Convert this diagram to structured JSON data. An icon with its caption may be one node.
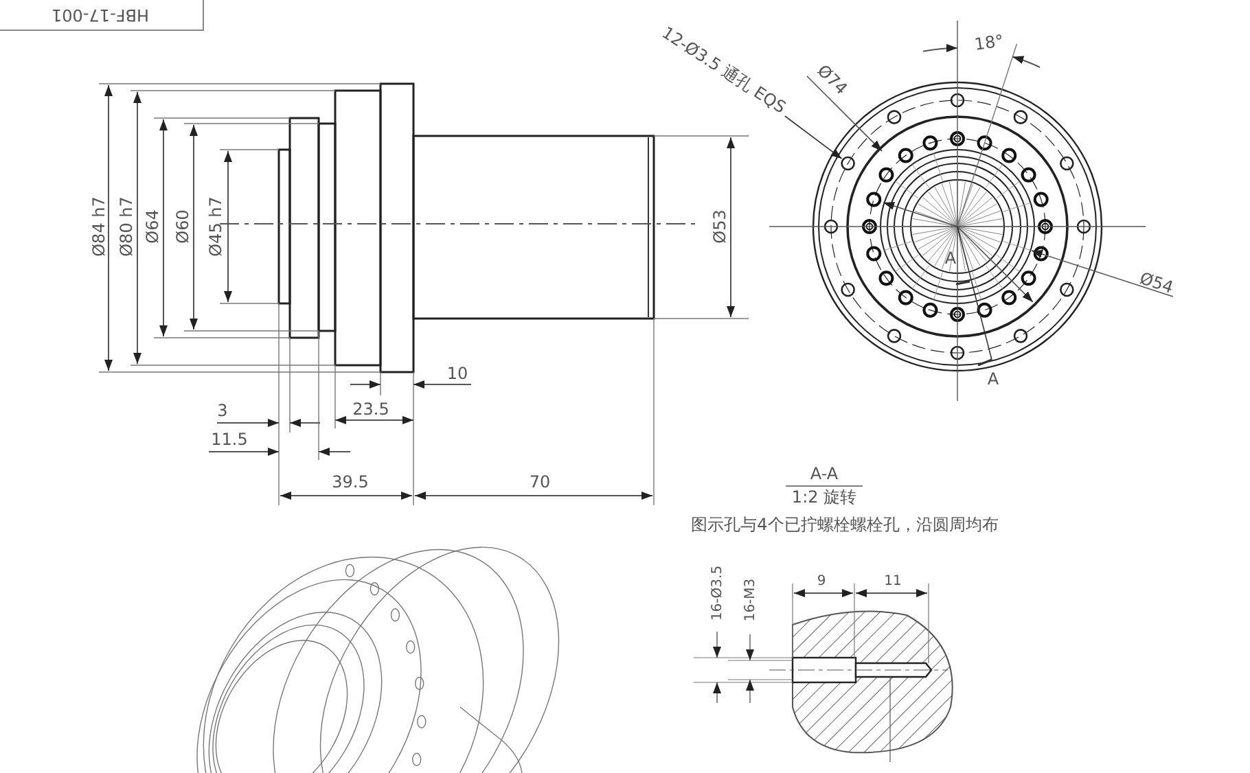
{
  "diagram": {
    "nodes": [
      {
        "text": [
          "HBF-17-001"
        ]
      },
      {
        "text": [
          "12-Ø3.5 通孔 EQS"
        ]
      },
      {
        "text": [],
        "shape": "circle"
      }
    ],
    "edges": [
      {
        "from": 1,
        "to": 2,
        "arrow": "to"
      }
    ],
    "labels": [
      "Ø84 h7",
      "Ø80 h7",
      "Ø64",
      "Ø60",
      "Ø45 h7",
      "Ø53",
      "10",
      "3",
      "23.5",
      "11.5",
      "39.5",
      "70",
      "18°",
      "Ø74",
      "Ø54",
      "A",
      "A",
      "A-A",
      "1:2 旋转",
      "图示孔与4个已拧螺栓螺栓孔，沿圆周均布",
      "16-Ø3.5",
      "16-M3",
      "9",
      "11"
    ]
  }
}
